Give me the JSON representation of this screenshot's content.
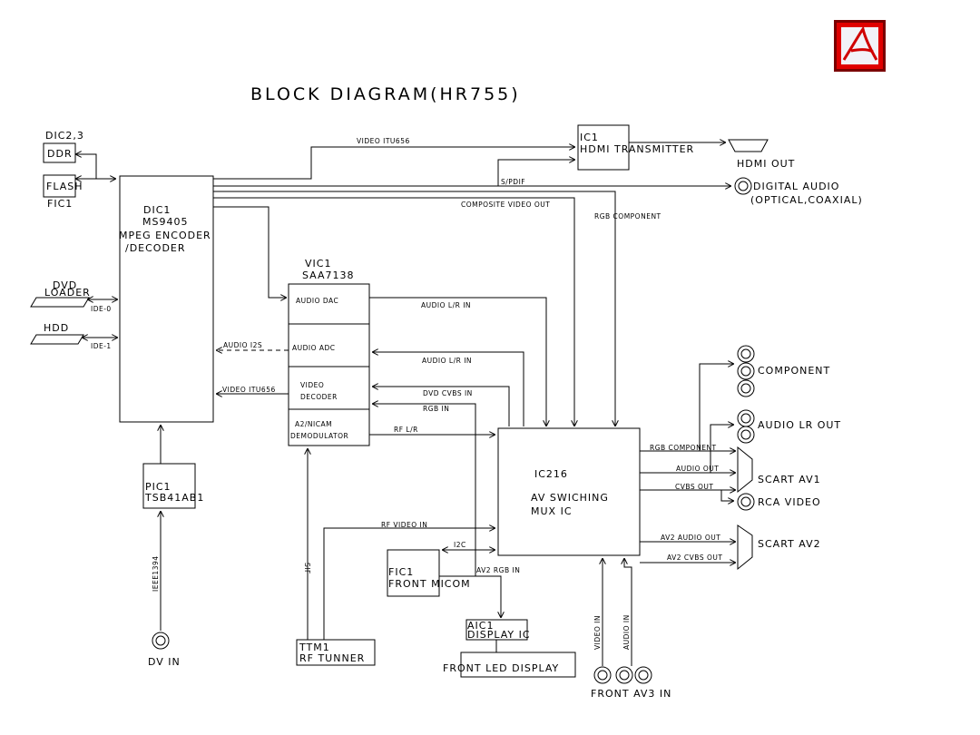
{
  "title": "BLOCK DIAGRAM(HR755)",
  "blocks": {
    "dic23_ref": "DIC2,3",
    "ddr": "DDR",
    "flash": "FLASH",
    "fic1_ref": "FIC1",
    "dic1_ref": "DIC1",
    "dic1_part": "MS9405",
    "dic1_func1": "MPEG ENCODER",
    "dic1_func2": "/DECODER",
    "dvd_loader1": "DVD",
    "dvd_loader2": "LOADER",
    "hdd": "HDD",
    "vic1_ref": "VIC1",
    "vic1_part": "SAA7138",
    "audio_dac": "AUDIO DAC",
    "audio_adc": "AUDIO ADC",
    "video_decoder1": "VIDEO",
    "video_decoder2": "DECODER",
    "demod1": "A2/NICAM",
    "demod2": "DEMODULATOR",
    "ic1_ref": "IC1",
    "hdmi_tx": "HDMI TRANSMITTER",
    "hdmi_out": "HDMI OUT",
    "ic216_ref": "IC216",
    "av_switch1": "AV SWICHING",
    "av_switch2": "MUX IC",
    "pic1_ref": "PIC1",
    "pic1_part": "TSB41AB1",
    "fic1_micom_ref": "FIC1",
    "front_micom": "FRONT MICOM",
    "aic1_ref": "AIC1",
    "display_ic": "DISPLAY IC",
    "front_led": "FRONT LED DISPLAY",
    "ttm1_ref": "TTM1",
    "rf_tuner": "RF TUNNER"
  },
  "signals": {
    "video_itu656_top": "VIDEO ITU656",
    "spdif": "S/PDIF",
    "composite_video_out": "COMPOSITE VIDEO OUT",
    "rgb_component": "RGB COMPONENT",
    "ide0": "IDE-0",
    "ide1": "IDE-1",
    "audio_lr_in_1": "AUDIO L/R IN",
    "audio_i2s": "AUDIO I2S",
    "audio_lr_in_2": "AUDIO L/R IN",
    "video_itu656_left": "VIDEO ITU656",
    "dvd_cvbs_in": "DVD CVBS IN",
    "rgb_in": "RGB IN",
    "rf_lr": "RF L/R",
    "rf_video_in": "RF VIDEO IN",
    "i2c": "I2C",
    "av2_rgb_in": "AV2 RGB IN",
    "sif": "SIF",
    "ieee1394": "IEEE1394",
    "rgb_component_out": "RGB COMPONENT",
    "audio_out": "AUDIO OUT",
    "cvbs_out": "CVBS OUT",
    "av2_audio_out": "AV2 AUDIO OUT",
    "av2_cvbs_out": "AV2 CVBS OUT",
    "video_in": "VIDEO IN",
    "audio_in": "AUDIO IN"
  },
  "connectors": {
    "digital_audio": "DIGITAL AUDIO",
    "digital_audio_sub": "(OPTICAL,COAXIAL)",
    "component": "COMPONENT",
    "audio_lr_out": "AUDIO LR OUT",
    "scart_av1": "SCART AV1",
    "rca_video": "RCA VIDEO",
    "scart_av2": "SCART AV2",
    "dv_in": "DV IN",
    "front_av3_in": "FRONT AV3 IN"
  },
  "logo": {
    "icon": "pdf-icon",
    "bg": "#e00000",
    "frame": "#7a0000"
  }
}
